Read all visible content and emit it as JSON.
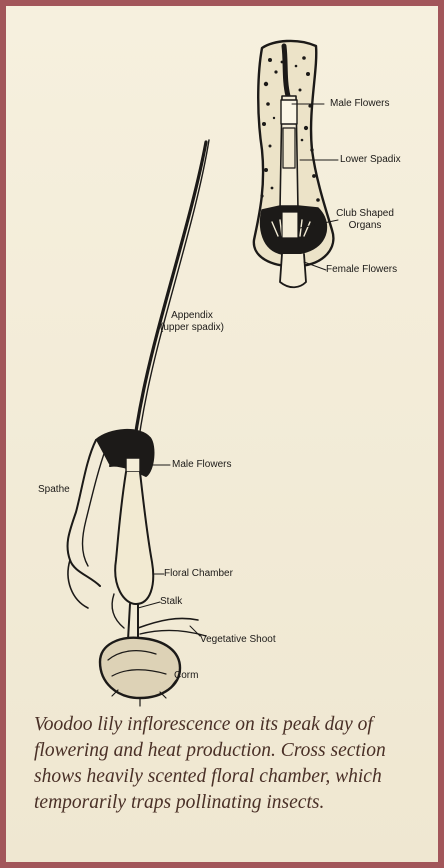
{
  "labels": {
    "male_flowers_section": "Male Flowers",
    "lower_spadix": "Lower Spadix",
    "club_shaped_line1": "Club Shaped",
    "club_shaped_line2": "Organs",
    "female_flowers": "Female Flowers",
    "appendix_line1": "Appendix",
    "appendix_line2": "(upper spadix)",
    "male_flowers_plant": "Male Flowers",
    "spathe": "Spathe",
    "floral_chamber": "Floral Chamber",
    "stalk": "Stalk",
    "vegetative_shoot": "Vegetative Shoot",
    "corm": "Corm"
  },
  "caption": "Voodoo lily inflorescence on its peak day of flowering and heat production. Cross section shows heavily scented floral chamber, which temporarily traps pollinating insects.",
  "colors": {
    "frame": "#a2565a",
    "paper": "#f2ebd6",
    "ink": "#1c1a18",
    "caption": "#4a3027"
  }
}
